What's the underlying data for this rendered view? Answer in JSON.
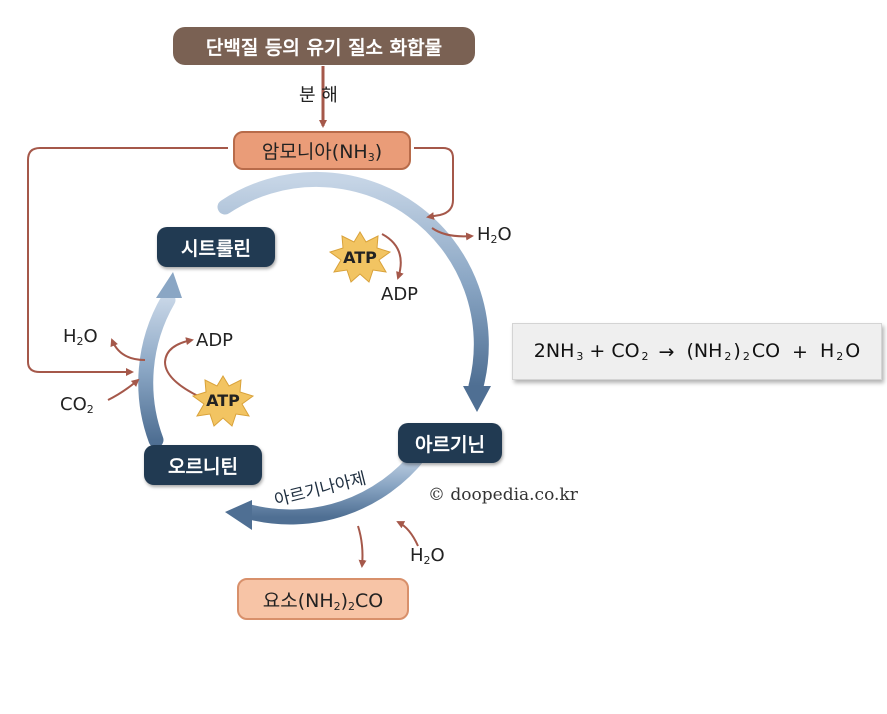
{
  "top_compound": "단백질 등의 유기 질소 화합물",
  "decomposition_label": "분 해",
  "ammonia": "암모니아(NH",
  "ammonia_sub": "3",
  "ammonia_close": ")",
  "citrulline": "시트룰린",
  "ornithine": "오르니틴",
  "arginine": "아르기닌",
  "arginase": "아르기나아제",
  "urea_prefix": "요소(NH",
  "urea_sub": "2",
  "urea_suffix": ")",
  "urea_sub2": "2",
  "urea_end": "CO",
  "atp": "ATP",
  "adp": "ADP",
  "h2o_h": "H",
  "h2o_2": "2",
  "h2o_o": "O",
  "co2_c": "CO",
  "co2_2": "2",
  "equation": {
    "t1": "2NH",
    "s1": "3",
    "t2": "+ CO",
    "s2": "2",
    "arrow": "→",
    "t3": "(NH",
    "s3": "2",
    "t4": ")",
    "s4": "2",
    "t5": "CO",
    "t6": "+",
    "t7": "H",
    "s7": "2",
    "t8": "O"
  },
  "watermark": "© doopedia.co.kr",
  "colors": {
    "cycle_arrow": "#8aa6c4",
    "dark_box": "#213a52",
    "thin_arrow": "#a5584a",
    "atp_star": "#f2c462"
  }
}
